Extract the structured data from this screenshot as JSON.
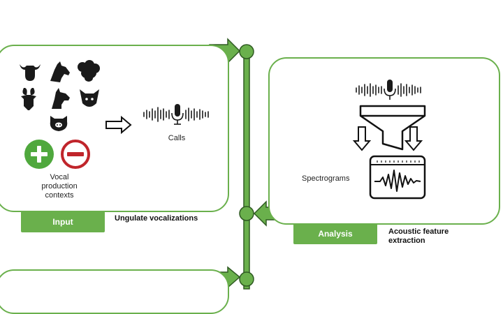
{
  "input_panel": {
    "tag_label": "Input",
    "note": "Ungulate vocalizations",
    "calls_label": "Calls",
    "contexts_label_lines": [
      "Vocal",
      "production",
      "contexts"
    ],
    "animals": [
      "cow-icon",
      "horse-icon",
      "sheep-icon",
      "goat-icon",
      "horse-head-icon",
      "pig-icon",
      "pig-face-icon"
    ]
  },
  "analysis_panel": {
    "tag_label": "Analysis",
    "note_lines": [
      "Acoustic feature",
      "extraction"
    ],
    "spectrograms_label": "Spectrograms"
  },
  "colors": {
    "accent": "#6ab04c",
    "positive": "#4fa83d",
    "negative": "#c0252b"
  }
}
